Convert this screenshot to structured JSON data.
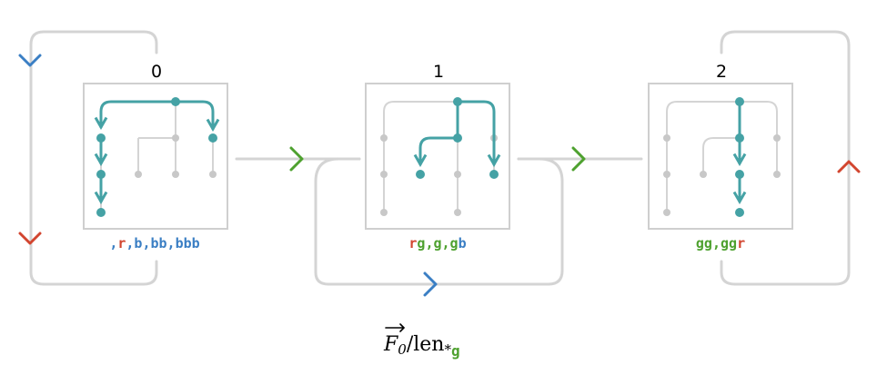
{
  "colors": {
    "teal": "#45a2a5",
    "gray_path": "#d4d4d4",
    "gray_node": "#c8c8c8",
    "box_border": "#cfcfcf",
    "red": "#d2452f",
    "blue": "#3b7fc4",
    "green": "#4ea12f",
    "black": "#000000"
  },
  "states": [
    {
      "number": "0",
      "label_parts": [
        {
          "text": ",",
          "color": "blue"
        },
        {
          "text": "r",
          "color": "red"
        },
        {
          "text": ",",
          "color": "blue"
        },
        {
          "text": "b",
          "color": "blue"
        },
        {
          "text": ",",
          "color": "blue"
        },
        {
          "text": "bb",
          "color": "blue"
        },
        {
          "text": ",",
          "color": "blue"
        },
        {
          "text": "bbb",
          "color": "blue"
        }
      ]
    },
    {
      "number": "1",
      "label_parts": [
        {
          "text": "r",
          "color": "red"
        },
        {
          "text": "g",
          "color": "green"
        },
        {
          "text": ",",
          "color": "green"
        },
        {
          "text": "g",
          "color": "green"
        },
        {
          "text": ",",
          "color": "green"
        },
        {
          "text": "g",
          "color": "green"
        },
        {
          "text": "b",
          "color": "blue"
        }
      ]
    },
    {
      "number": "2",
      "label_parts": [
        {
          "text": "gg",
          "color": "green"
        },
        {
          "text": ",",
          "color": "green"
        },
        {
          "text": "gg",
          "color": "green"
        },
        {
          "text": "r",
          "color": "red"
        }
      ]
    }
  ],
  "transitions": [
    {
      "from": "0",
      "to": "0",
      "symbol": "b",
      "color": "blue",
      "icon": "chevron-down-icon"
    },
    {
      "from": "0",
      "to": "0",
      "symbol": "r",
      "color": "red",
      "icon": "chevron-down-icon"
    },
    {
      "from": "0",
      "to": "1",
      "symbol": "g",
      "color": "green",
      "icon": "chevron-right-icon"
    },
    {
      "from": "1",
      "to": "1",
      "symbol": "b",
      "color": "blue",
      "icon": "chevron-right-icon"
    },
    {
      "from": "1",
      "to": "2",
      "symbol": "g",
      "color": "green",
      "icon": "chevron-right-icon"
    },
    {
      "from": "2",
      "to": "2",
      "symbol": "r",
      "color": "red",
      "icon": "chevron-up-icon"
    }
  ],
  "caption": {
    "main": "F",
    "sub0": "0",
    "rest": "/len",
    "star": "*",
    "sub_g": "g"
  }
}
